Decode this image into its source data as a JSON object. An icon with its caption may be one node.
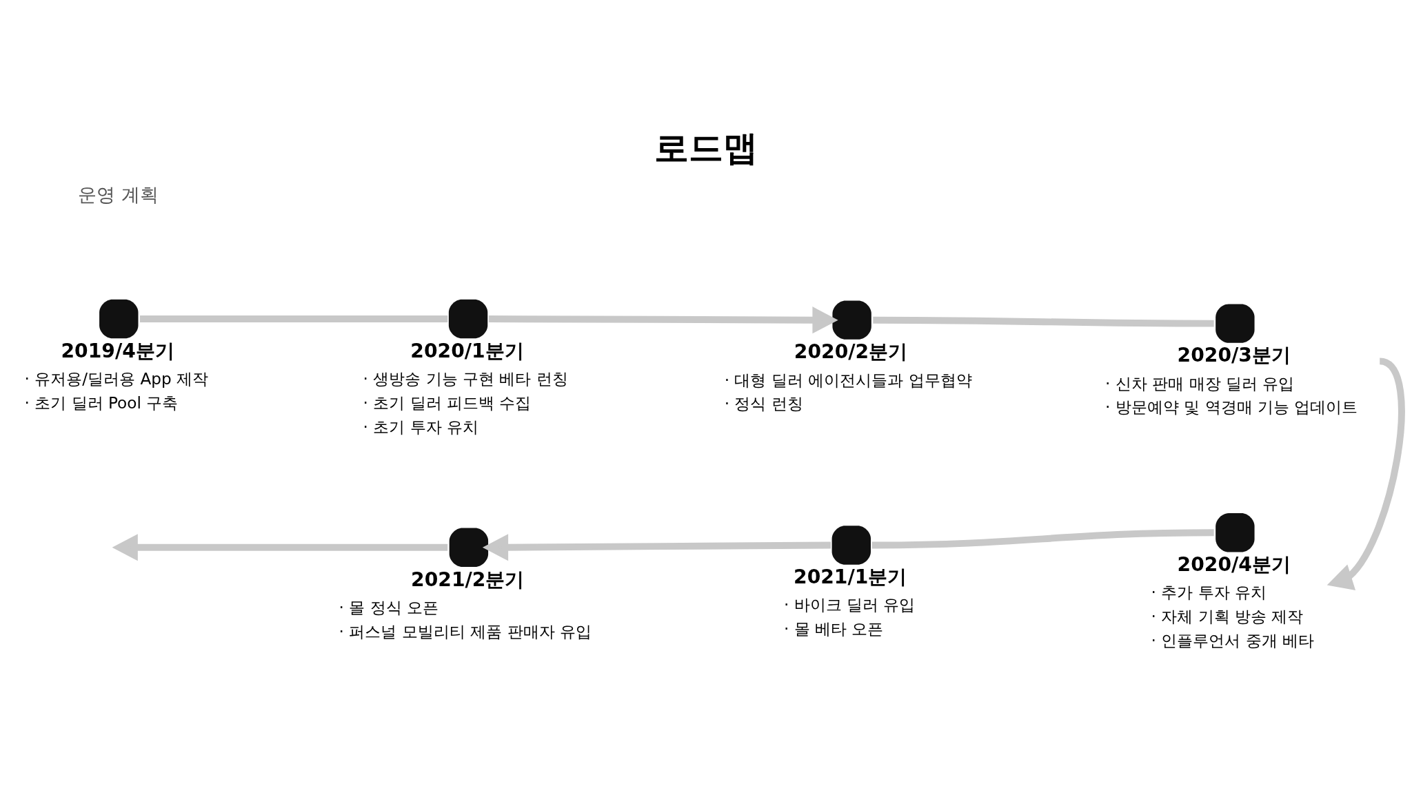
{
  "diagram": {
    "title": "로드맵",
    "nodes": [
      {
        "text": [
          "2019/4분기",
          "· 유저용/딜러용 App 제작",
          "· 초기 딜러 Pool 구축"
        ]
      },
      {
        "text": [
          "2020/1분기",
          "· 생방송 기능 구현 베타 런칭",
          "· 초기 딜러 피드백 수집",
          "· 초기 투자 유치"
        ]
      },
      {
        "text": [
          "2020/2분기",
          "· 대형 딜러 에이전시들과 업무협약",
          "· 정식 런칭"
        ]
      },
      {
        "text": [
          "2020/3분기",
          "· 신차 판매 매장 딜러 유입",
          "· 방문예약 및 역경매 기능 업데이트"
        ]
      },
      {
        "text": [
          "2021/2분기",
          "· 몰 정식 오픈",
          "· 퍼스널 모빌리티 제품 판매자 유입"
        ]
      },
      {
        "text": [
          "2021/1분기",
          "· 바이크 딜러 유입",
          "· 몰 베타 오픈"
        ]
      },
      {
        "text": [
          "2020/4분기",
          "· 추가 투자 유치",
          "· 자체 기획 방송 제작",
          "· 인플루언서 중개 베타"
        ]
      }
    ],
    "edges": [
      {
        "from": 0,
        "to": 1,
        "arrow": "none"
      },
      {
        "from": 1,
        "to": 2,
        "arrow": "to"
      },
      {
        "from": 2,
        "to": 3,
        "arrow": "none"
      },
      {
        "from": 3,
        "to": 6,
        "arrow": "to"
      },
      {
        "from": 6,
        "to": 5,
        "arrow": "none"
      },
      {
        "from": 5,
        "to": 4,
        "arrow": "to"
      },
      {
        "from": 4,
        "to": null,
        "arrow": "to"
      }
    ],
    "labels": [
      "운영 계획"
    ]
  }
}
